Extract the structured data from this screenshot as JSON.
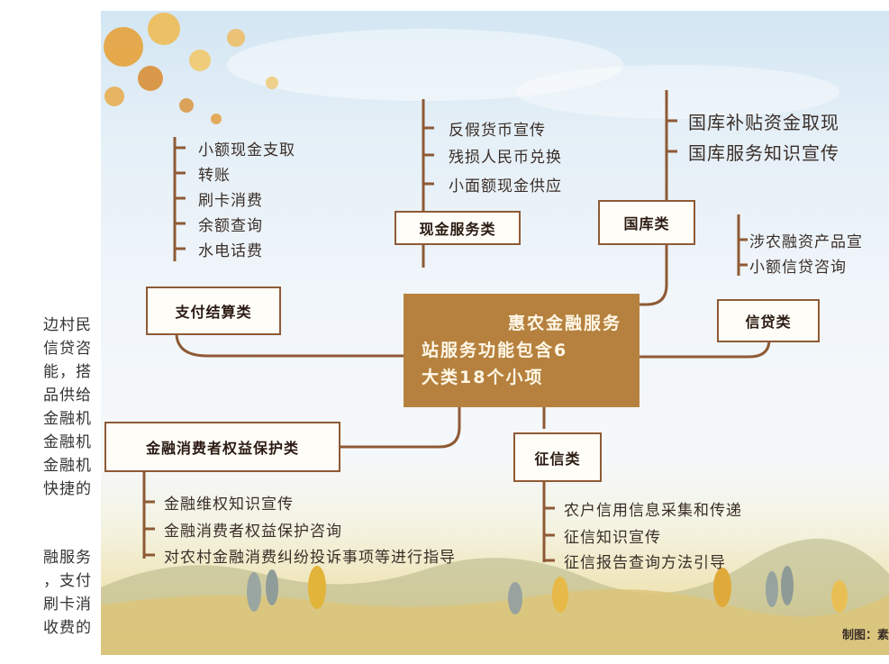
{
  "side_text": [
    "边村民",
    "信贷咨",
    "能，搭",
    "品供给",
    "金融机",
    "金融机",
    "金融机",
    "快捷的",
    "融服务",
    "，支付",
    "刷卡消",
    "收费的"
  ],
  "center_title": [
    "惠农金融服务",
    "站服务功能包含6",
    "大类18个小项"
  ],
  "categories": {
    "payment": {
      "label": "支付结算类",
      "items": [
        "小额现金支取",
        "转账",
        "刷卡消费",
        "余额查询",
        "水电话费"
      ]
    },
    "cash": {
      "label": "现金服务类",
      "items": [
        "反假货币宣传",
        "残损人民币兑换",
        "小面额现金供应"
      ]
    },
    "treasury": {
      "label": "国库类",
      "items": [
        "国库补贴资金取现",
        "国库服务知识宣传"
      ]
    },
    "credit": {
      "label": "信贷类",
      "items": [
        "涉农融资产品宣",
        "小额信贷咨询"
      ]
    },
    "consumer": {
      "label": "金融消费者权益保护类",
      "items": [
        "金融维权知识宣传",
        "金融消费者权益保护咨询",
        "对农村金融消费纠纷投诉事项等进行指导"
      ]
    },
    "reference": {
      "label": "征信类",
      "items": [
        "农户信用信息采集和传递",
        "征信知识宣传",
        "征信报告查询方法引导"
      ]
    }
  },
  "credit_line": "制图：素",
  "colors": {
    "connector": "#8e5a35",
    "center_fill": "#b6813e",
    "sky": "#d3e6f3",
    "field": "#e4cd80"
  }
}
